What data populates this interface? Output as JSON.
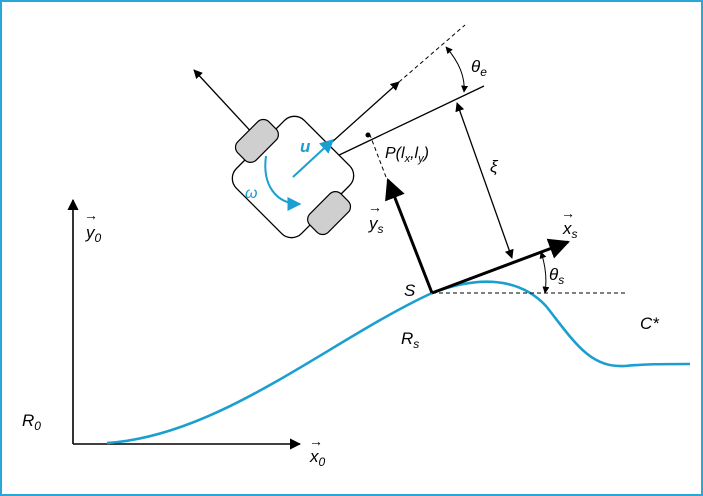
{
  "labels": {
    "R0": "R",
    "R0_sub": "0",
    "y0": "y",
    "y0_sub": "0",
    "x0": "x",
    "x0_sub": "0",
    "S": "S",
    "Rs": "R",
    "Rs_sub": "s",
    "C_star": "C*",
    "ys": "y",
    "ys_sub": "s",
    "xs": "x",
    "xs_sub": "s",
    "theta_s": "θ",
    "theta_s_sub": "s",
    "theta_e": "θ",
    "theta_e_sub": "e",
    "xi": "ξ",
    "P": "P(l",
    "P_x": "x",
    "P_mid": ",l",
    "P_y": "y",
    "P_end": ")",
    "u": "u",
    "omega": "ω"
  },
  "colors": {
    "frame": "#2aa7d6",
    "curve": "#1a9fd0",
    "wheel": "#cfcfcf",
    "ink": "#000000"
  }
}
